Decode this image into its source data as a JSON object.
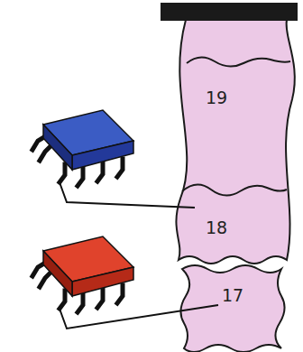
{
  "diagram": {
    "nodes": [
      {
        "text": [
          "19"
        ]
      },
      {
        "text": [
          "18"
        ]
      },
      {
        "text": [
          "17"
        ]
      }
    ]
  }
}
